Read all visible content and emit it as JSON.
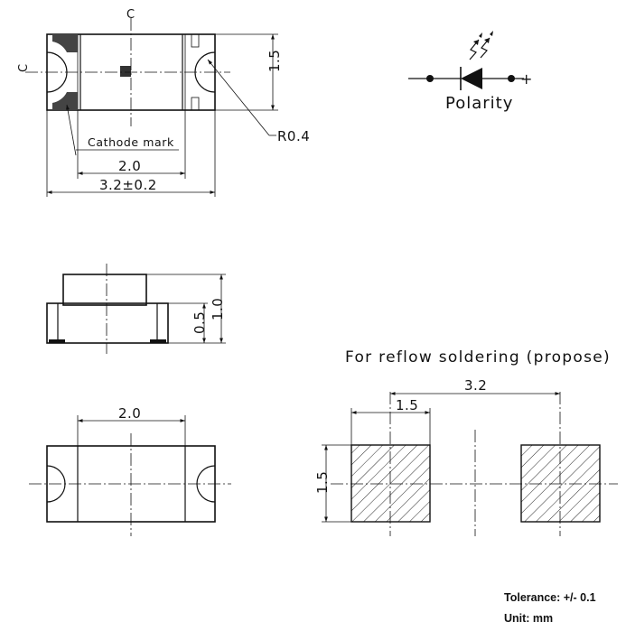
{
  "top_view": {
    "centerline_mark": "C",
    "cathode_label": "Cathode mark",
    "radius_label": "R0.4",
    "inner_width": "2.0",
    "overall_width": "3.2±0.2",
    "height": "1.5"
  },
  "polarity": {
    "plus_sign": "+",
    "label": "Polarity"
  },
  "side_view": {
    "total_height": "1.0",
    "body_height": "0.5"
  },
  "bottom_view": {
    "width": "2.0"
  },
  "pad_layout": {
    "title": "For reflow soldering (propose)",
    "pitch": "3.2",
    "pad_width": "1.5",
    "pad_height": "1.5"
  },
  "notes": {
    "tolerance": "Tolerance: +/- 0.1",
    "unit": "Unit: mm"
  }
}
